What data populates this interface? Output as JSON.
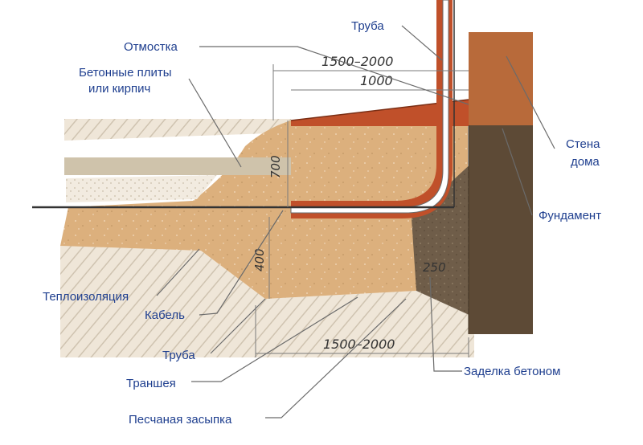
{
  "labels": {
    "otmostka": "Отмостка",
    "plity_line1": "Бетонные плиты",
    "plity_line2": "или кирпич",
    "truba_top": "Труба",
    "stena_line1": "Стена",
    "stena_line2": "дома",
    "fundament": "Фундамент",
    "teploizolyatsiya": "Теплоизоляция",
    "kabel": "Кабель",
    "truba_bottom": "Труба",
    "transheya": "Траншея",
    "peschanaya": "Песчаная засыпка",
    "zadelka": "Заделка бетоном"
  },
  "dimensions": {
    "top_outer": "1500–2000",
    "top_inner": "1000",
    "vertical_upper": "700",
    "vertical_lower": "400",
    "concrete": "250",
    "bottom": "1500–2000"
  },
  "colors": {
    "label_text": "#1f3f8f",
    "sand": "#dcb07d",
    "soil": "#ece2d2",
    "wall": "#b86a3a",
    "foundation": "#5d4a36",
    "concrete_fill": "#6f5d49",
    "insulation": "#bf4f2a",
    "slabs": "#cfc3ab"
  }
}
